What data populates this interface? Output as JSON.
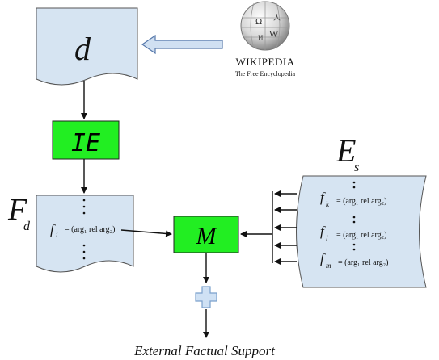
{
  "document_d": {
    "label": "d"
  },
  "wikipedia": {
    "name": "WIKIPEDIA",
    "tagline": "The Free Encyclopedia",
    "logo_icon": "wikipedia-globe-icon"
  },
  "ie_box": {
    "label": "IE",
    "color": "#22ee22"
  },
  "facts_doc": {
    "label_main": "F",
    "label_sub": "d",
    "fact_main": "f",
    "fact_sub": "i",
    "fact_text": "= (arg₁ rel arg₂)"
  },
  "matcher": {
    "label": "M",
    "color": "#22ee22"
  },
  "evidence_store": {
    "label_main": "E",
    "label_sub": "s",
    "facts": [
      {
        "main": "f",
        "sub": "k",
        "text": "= (arg₁ rel arg₂)"
      },
      {
        "main": "f",
        "sub": "l",
        "text": "= (arg₁ rel arg₂)"
      },
      {
        "main": "f",
        "sub": "m",
        "text": "= (arg₁ rel arg₂)"
      }
    ]
  },
  "plus_icon": "plus-icon",
  "output_label": "External Factual Support",
  "colors": {
    "doc_fill": "#d6e4f2",
    "doc_stroke": "#555555",
    "wiki_arrow_fill": "#d0e0f2",
    "wiki_arrow_stroke": "#5577aa",
    "plus_fill": "#cfe1f4",
    "plus_stroke": "#7aa0cc"
  }
}
